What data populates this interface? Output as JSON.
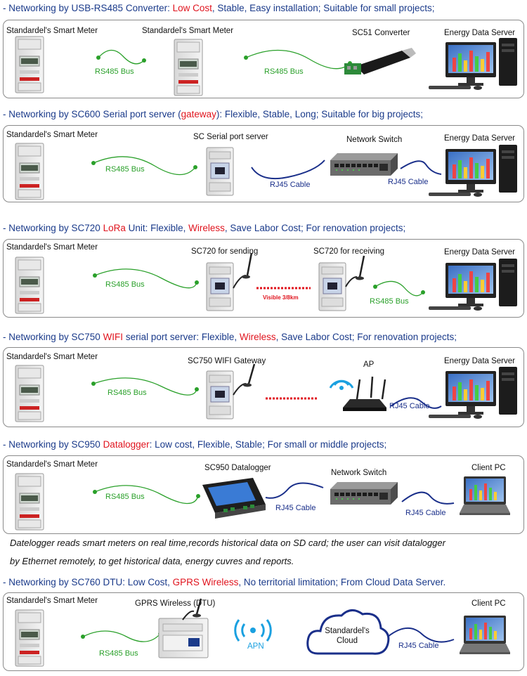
{
  "sections": [
    {
      "parts": [
        [
          "- Networking by USB-RS485 Converter: ",
          "n"
        ],
        [
          "Low Cost",
          "r"
        ],
        [
          ", Stable, Easy installation; Suitable for small projects;",
          "n"
        ]
      ],
      "labels": {
        "meter1": "Standardel's Smart Meter",
        "meter2": "Standardel's Smart Meter",
        "converter": "SC51 Converter",
        "server": "Energy Data Server",
        "bus1": "RS485 Bus",
        "bus2": "RS485 Bus"
      }
    },
    {
      "parts": [
        [
          "- Networking by SC600 Serial port server (",
          "n"
        ],
        [
          "gateway",
          "r"
        ],
        [
          "): Flexible, Stable, Long; Suitable for big projects;",
          "n"
        ]
      ],
      "labels": {
        "meter": "Standardel's Smart Meter",
        "gateway": "SC Serial port server",
        "switch": "Network Switch",
        "server": "Energy Data Server",
        "bus": "RS485 Bus",
        "cable1": "RJ45 Cable",
        "cable2": "RJ45 Cable"
      }
    },
    {
      "parts": [
        [
          "- Networking by SC720  ",
          "n"
        ],
        [
          "LoRa",
          "r"
        ],
        [
          " Unit:  Flexible, ",
          "n"
        ],
        [
          "Wireless",
          "r"
        ],
        [
          ", Save Labor Cost; For renovation projects;",
          "n"
        ]
      ],
      "labels": {
        "meter": "Standardel's Smart Meter",
        "sender": "SC720 for sending",
        "receiver": "SC720 for receiving",
        "server": "Energy Data Server",
        "bus1": "RS485 Bus",
        "bus2": "RS485 Bus",
        "link": "Visible 3/8km"
      }
    },
    {
      "parts": [
        [
          "- Networking by SC750  ",
          "n"
        ],
        [
          "WIFI",
          "r"
        ],
        [
          " serial port server:  Flexible, ",
          "n"
        ],
        [
          "Wireless",
          "r"
        ],
        [
          ", Save Labor Cost; For renovation projects;",
          "n"
        ]
      ],
      "labels": {
        "meter": "Standardel's Smart Meter",
        "gateway": "SC750 WIFI Gateway",
        "ap": "AP",
        "server": "Energy Data Server",
        "bus": "RS485 Bus",
        "cable": "RJ45 Cable"
      }
    },
    {
      "parts": [
        [
          "- Networking by SC950 ",
          "n"
        ],
        [
          "Datalogger",
          "r"
        ],
        [
          ": Low cost, Flexible, Stable; For small or middle projects;",
          "n"
        ]
      ],
      "labels": {
        "meter": "Standardel's Smart Meter",
        "logger": "SC950 Datalogger",
        "switch": "Network Switch",
        "client": "Client PC",
        "bus": "RS485 Bus",
        "cable1": "RJ45 Cable",
        "cable2": "RJ45 Cable"
      }
    },
    {
      "parts": [
        [
          "- Networking by SC760 DTU: Low Cost, ",
          "n"
        ],
        [
          "GPRS Wireless",
          "r"
        ],
        [
          ", No territorial limitation; From Cloud Data Server.",
          "n"
        ]
      ],
      "labels": {
        "meter": "Standardel's Smart Meter",
        "dtu": "GPRS Wireless (DTU)",
        "cloud_line1": "Standardel's",
        "cloud_line2": "Cloud",
        "client": "Client PC",
        "bus": "RS485 Bus",
        "apn": "APN",
        "cable": "RJ45 Cable"
      }
    }
  ],
  "note": {
    "line1": "Datelogger reads smart meters on real time,records historical data on SD card; the user can visit datalogger",
    "line2": "by Ethernet remotely, to get historical data, energy cuvres and reports."
  },
  "colors": {
    "header_blue": "#1a3a8a",
    "accent_red": "#e0141e",
    "bus_green": "#2aa02a",
    "cable_navy": "#1a2f8a",
    "wifi_blue": "#1aa0e0"
  }
}
